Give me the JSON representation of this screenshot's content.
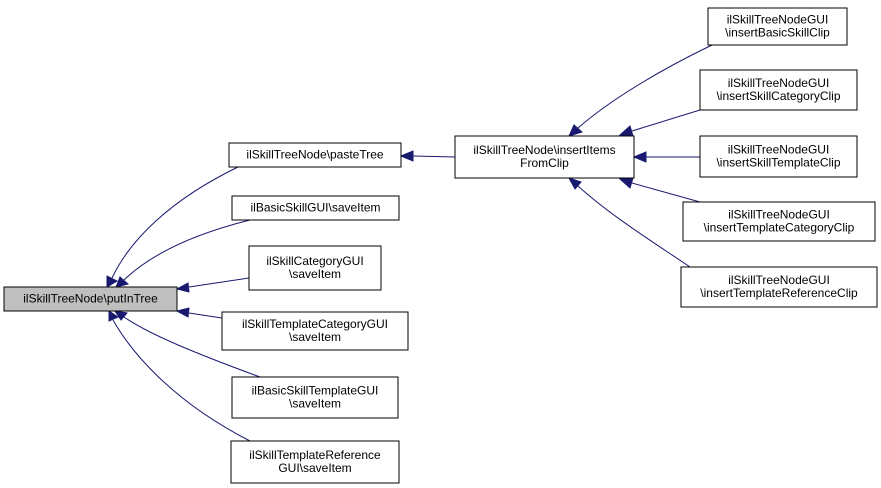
{
  "colors": {
    "edge": "#191970",
    "node_border": "#000000",
    "node_fill": "#ffffff",
    "highlight_fill": "#bfbfbf",
    "text": "#000000"
  },
  "nodes": [
    {
      "id": "putInTree",
      "lines": [
        "ilSkillTreeNode\\putInTree"
      ],
      "highlighted": true
    },
    {
      "id": "pasteTree",
      "lines": [
        "ilSkillTreeNode\\pasteTree"
      ]
    },
    {
      "id": "basicSkillSave",
      "lines": [
        "ilBasicSkillGUI\\saveItem"
      ]
    },
    {
      "id": "categorySave",
      "lines": [
        "ilSkillCategoryGUI",
        "\\saveItem"
      ]
    },
    {
      "id": "templateCategorySave",
      "lines": [
        "ilSkillTemplateCategoryGUI",
        "\\saveItem"
      ]
    },
    {
      "id": "basicSkillTemplateSave",
      "lines": [
        "ilBasicSkillTemplateGUI",
        "\\saveItem"
      ]
    },
    {
      "id": "templateReferenceSave",
      "lines": [
        "ilSkillTemplateReference",
        "GUI\\saveItem"
      ]
    },
    {
      "id": "insertItemsFromClip",
      "lines": [
        "ilSkillTreeNode\\insertItems",
        "FromClip"
      ]
    },
    {
      "id": "insertBasicSkillClip",
      "lines": [
        "ilSkillTreeNodeGUI",
        "\\insertBasicSkillClip"
      ]
    },
    {
      "id": "insertSkillCategoryClip",
      "lines": [
        "ilSkillTreeNodeGUI",
        "\\insertSkillCategoryClip"
      ]
    },
    {
      "id": "insertSkillTemplateClip",
      "lines": [
        "ilSkillTreeNodeGUI",
        "\\insertSkillTemplateClip"
      ]
    },
    {
      "id": "insertTemplateCategoryClip",
      "lines": [
        "ilSkillTreeNodeGUI",
        "\\insertTemplateCategoryClip"
      ]
    },
    {
      "id": "insertTemplateReferenceClip",
      "lines": [
        "ilSkillTreeNodeGUI",
        "\\insertTemplateReferenceClip"
      ]
    }
  ],
  "edges": [
    {
      "from": "pasteTree",
      "to": "putInTree"
    },
    {
      "from": "basicSkillSave",
      "to": "putInTree"
    },
    {
      "from": "categorySave",
      "to": "putInTree"
    },
    {
      "from": "templateCategorySave",
      "to": "putInTree"
    },
    {
      "from": "basicSkillTemplateSave",
      "to": "putInTree"
    },
    {
      "from": "templateReferenceSave",
      "to": "putInTree"
    },
    {
      "from": "insertItemsFromClip",
      "to": "pasteTree"
    },
    {
      "from": "insertBasicSkillClip",
      "to": "insertItemsFromClip"
    },
    {
      "from": "insertSkillCategoryClip",
      "to": "insertItemsFromClip"
    },
    {
      "from": "insertSkillTemplateClip",
      "to": "insertItemsFromClip"
    },
    {
      "from": "insertTemplateCategoryClip",
      "to": "insertItemsFromClip"
    },
    {
      "from": "insertTemplateReferenceClip",
      "to": "insertItemsFromClip"
    }
  ]
}
